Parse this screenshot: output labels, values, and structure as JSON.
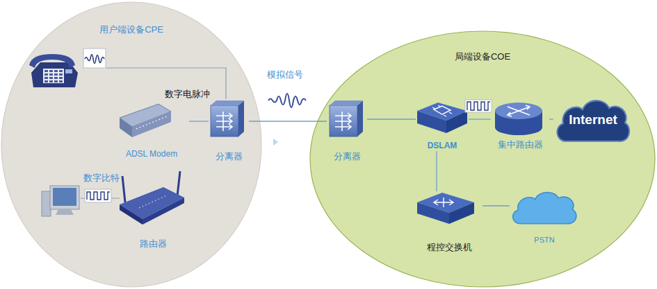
{
  "diagram": {
    "nodes": [
      {
        "text": [
          "用户端设备CPE"
        ]
      },
      {
        "text": [
          "ADSL Modem"
        ],
        "in": 0
      },
      {
        "text": [
          "分离器"
        ],
        "in": 0
      },
      {
        "text": [
          "路由器"
        ],
        "in": 0
      },
      {
        "text": [
          "局端设备COE"
        ]
      },
      {
        "text": [
          "分离器"
        ],
        "in": 4
      },
      {
        "text": [
          "DSLAM"
        ],
        "in": 4
      },
      {
        "text": [
          "集中路由器"
        ],
        "in": 4
      },
      {
        "text": [
          "Internet"
        ],
        "in": 4
      },
      {
        "text": [
          "程控交换机"
        ],
        "in": 4
      },
      {
        "text": [
          "PSTN"
        ],
        "in": 4
      }
    ],
    "edges": [
      {
        "from": 1,
        "to": 2,
        "arrow": "none"
      },
      {
        "from": 2,
        "to": 5,
        "arrow": "none",
        "label": "模拟信号"
      },
      {
        "from": 5,
        "to": 6,
        "arrow": "none"
      },
      {
        "from": 6,
        "to": 7,
        "arrow": "none"
      },
      {
        "from": 7,
        "to": 8,
        "arrow": "none"
      },
      {
        "from": 6,
        "to": 9,
        "arrow": "none"
      },
      {
        "from": 9,
        "to": 10,
        "arrow": "none"
      }
    ],
    "labels": [
      "数字电脉冲",
      "数字比特"
    ]
  }
}
